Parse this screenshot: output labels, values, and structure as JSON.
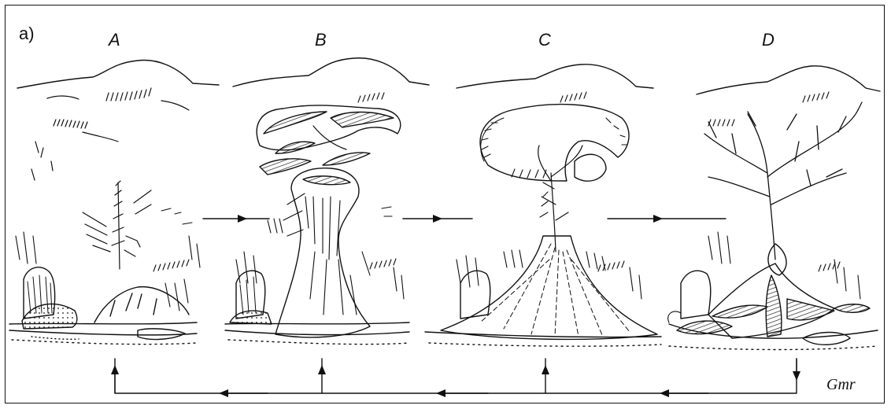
{
  "figure": {
    "panel_id": "a)",
    "stages": [
      {
        "label": "A"
      },
      {
        "label": "B"
      },
      {
        "label": "C"
      },
      {
        "label": "D"
      }
    ],
    "signature": "Gmr",
    "colors": {
      "ink": "#111111",
      "paper": "#ffffff"
    }
  }
}
